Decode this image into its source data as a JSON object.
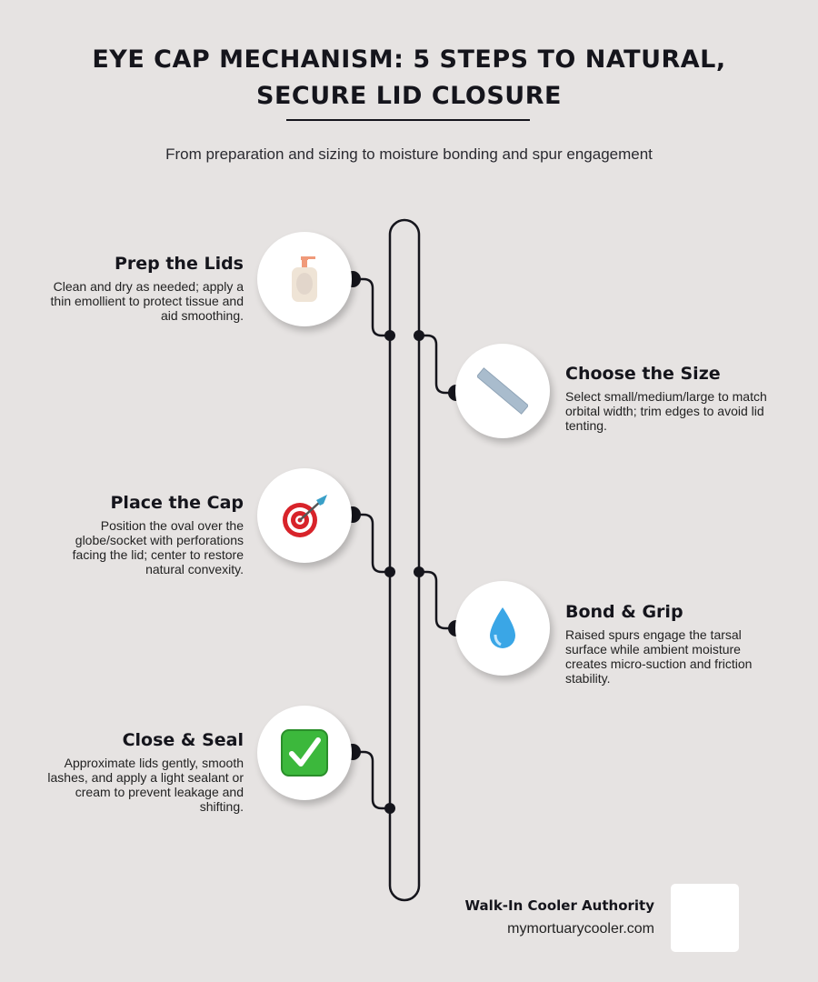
{
  "header": {
    "title_line1": "EYE CAP MECHANISM: 5 STEPS TO NATURAL,",
    "title_line2": "SECURE LID CLOSURE",
    "subtitle": "From preparation and sizing to moisture bonding and spur engagement"
  },
  "steps": [
    {
      "title": "Prep the Lids",
      "description": "Clean and dry as needed; apply a thin emollient to protect tissue and aid smoothing.",
      "icon": "lotion-bottle-icon"
    },
    {
      "title": "Choose the Size",
      "description": "Select small/medium/large to match orbital width; trim edges to avoid lid tenting.",
      "icon": "ruler-icon"
    },
    {
      "title": "Place the Cap",
      "description": "Position the oval over the globe/socket with perforations facing the lid; center to restore natural convexity.",
      "icon": "target-dart-icon"
    },
    {
      "title": "Bond & Grip",
      "description": "Raised spurs engage the tarsal surface while ambient moisture creates micro-suction and friction stability.",
      "icon": "droplet-icon"
    },
    {
      "title": "Close & Seal",
      "description": "Approximate lids gently, smooth lashes, and apply a light sealant or cream to prevent leakage and shifting.",
      "icon": "check-mark-icon"
    }
  ],
  "footer": {
    "brand": "Walk-In Cooler Authority",
    "url": "mymortuarycooler.com"
  },
  "colors": {
    "background": "#e6e3e2",
    "line": "#15151c"
  }
}
